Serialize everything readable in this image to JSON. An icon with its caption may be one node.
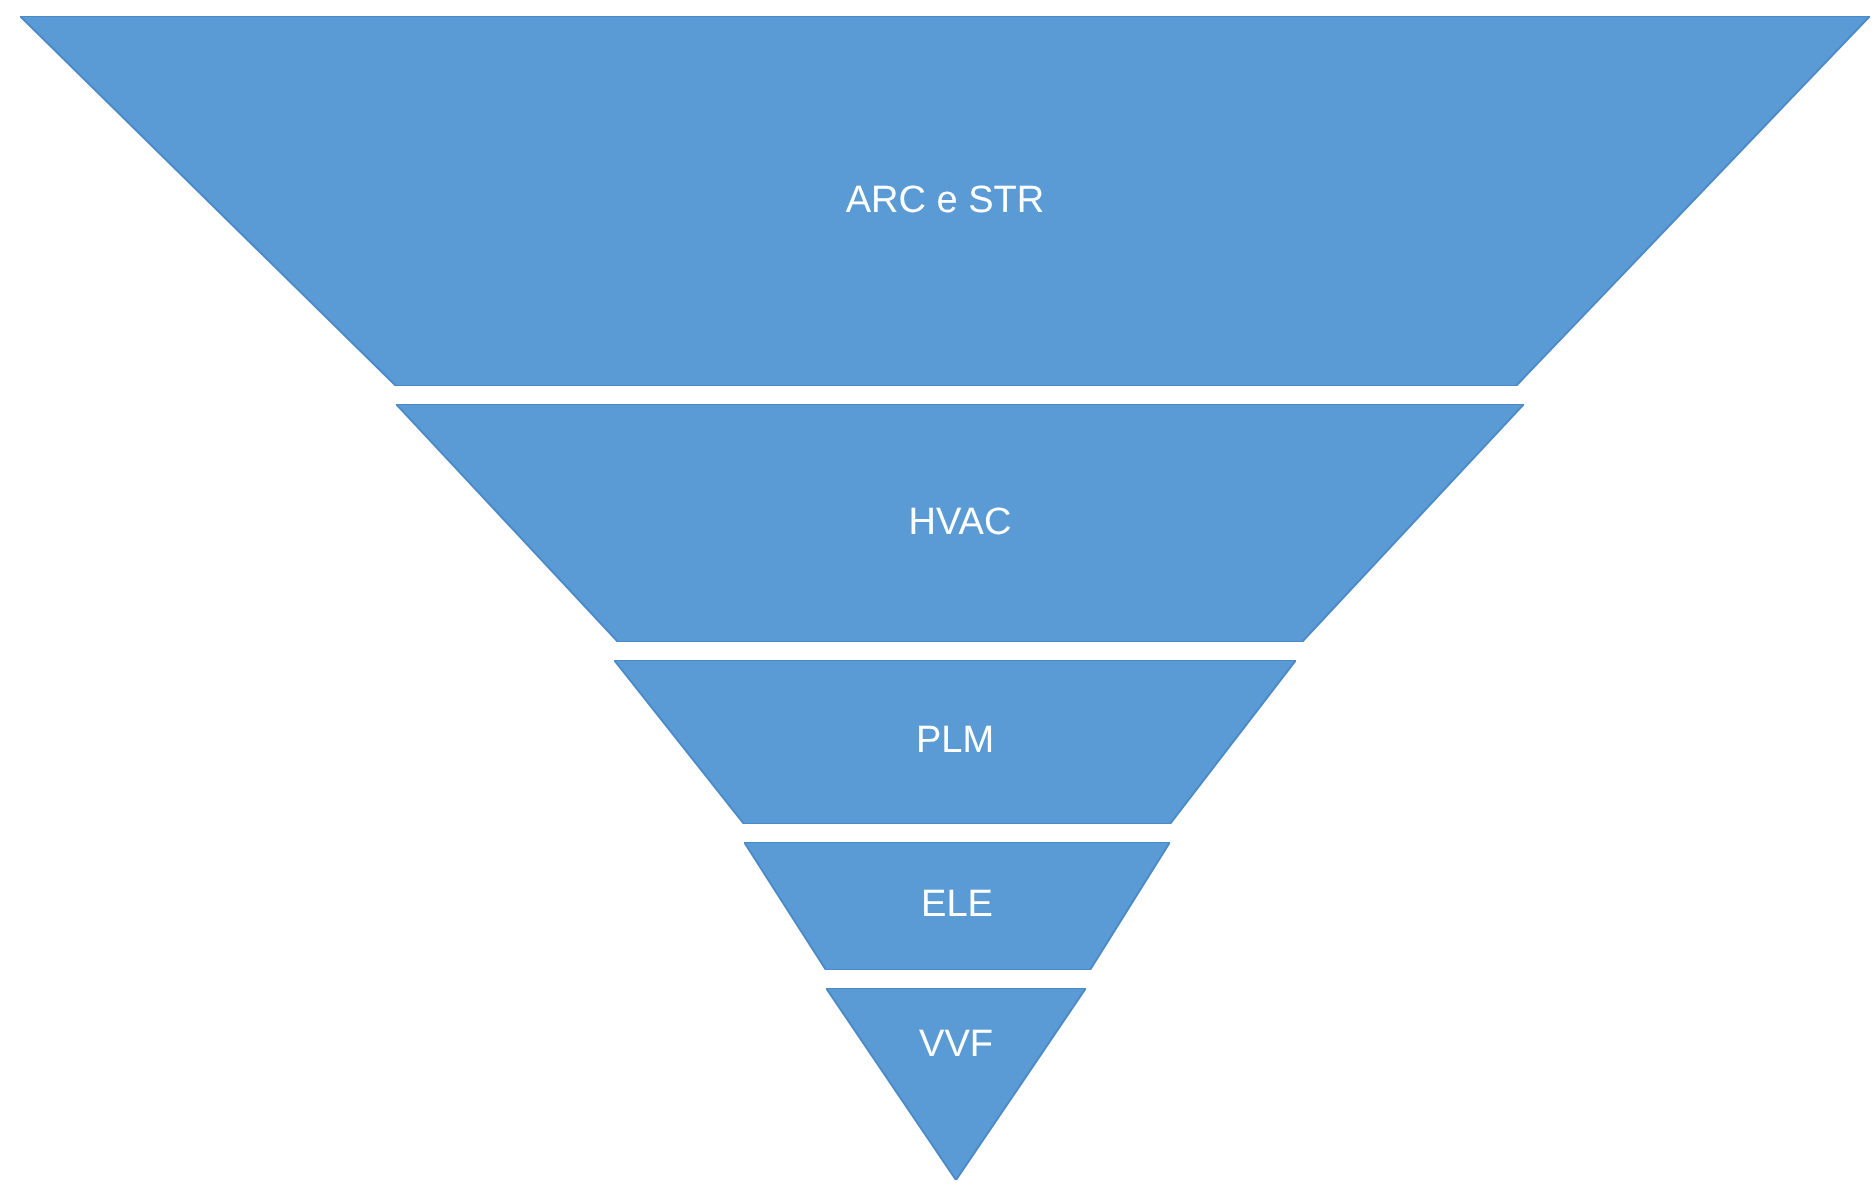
{
  "diagram": {
    "nodes": [
      {
        "text": [
          "ARC e STR"
        ]
      },
      {
        "text": [
          "HVAC"
        ]
      },
      {
        "text": [
          "PLM"
        ]
      },
      {
        "text": [
          "ELE"
        ]
      },
      {
        "text": [
          "VVF"
        ]
      }
    ]
  }
}
